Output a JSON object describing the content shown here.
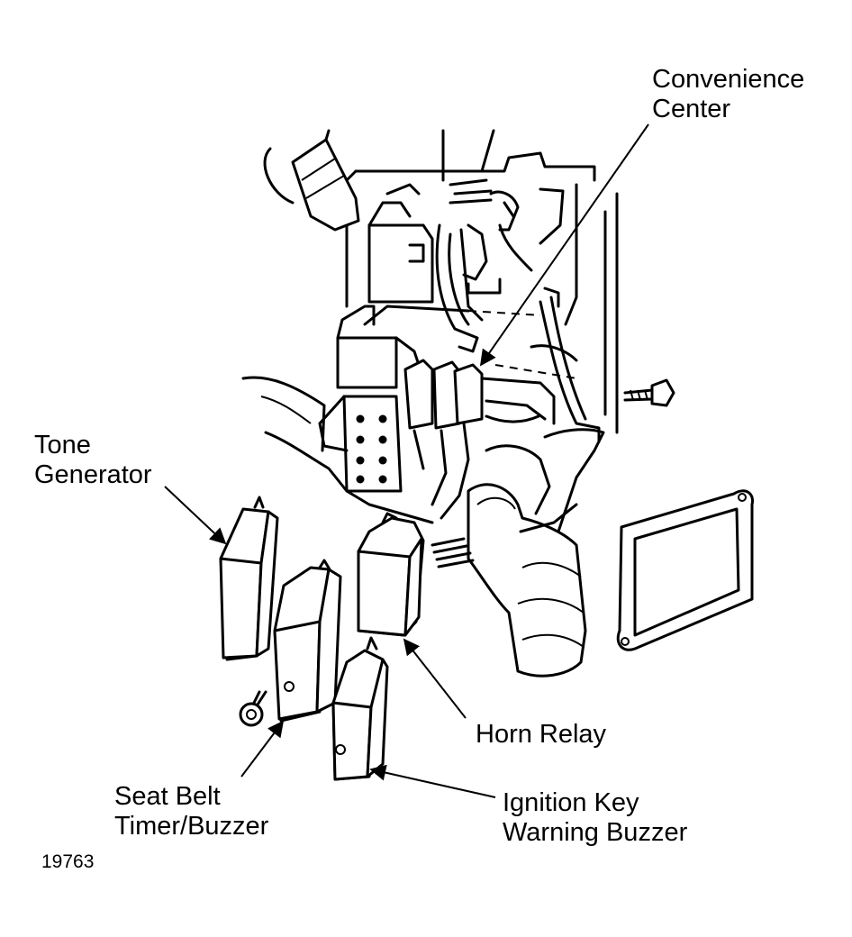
{
  "labels": {
    "convenience_center": [
      "Convenience",
      "Center"
    ],
    "tone_generator": [
      "Tone",
      "Generator"
    ],
    "horn_relay": [
      "Horn Relay"
    ],
    "seat_belt": [
      "Seat Belt",
      "Timer/Buzzer"
    ],
    "ignition_key": [
      "Ignition Key",
      "Warning Buzzer"
    ]
  },
  "figure_number": "19763"
}
